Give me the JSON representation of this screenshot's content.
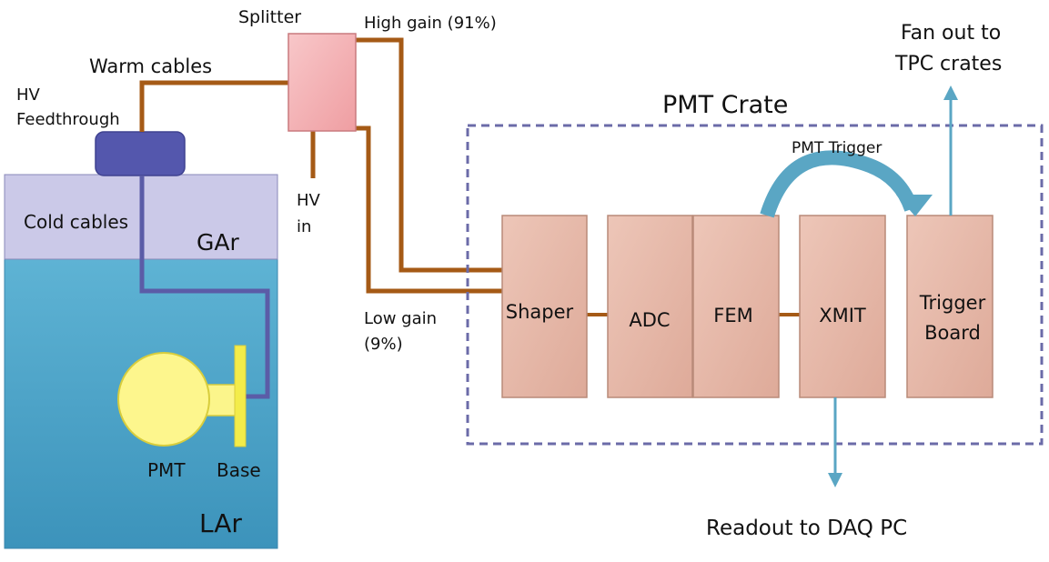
{
  "labels": {
    "splitter": "Splitter",
    "high_gain": "High gain (91%)",
    "warm_cables": "Warm cables",
    "hv_feedthrough_line1": "HV",
    "hv_feedthrough_line2": "Feedthrough",
    "cold_cables": "Cold cables",
    "gar": "GAr",
    "hv_in_line1": "HV",
    "hv_in_line2": "in",
    "low_gain_line1": "Low gain",
    "low_gain_line2": "(9%)",
    "pmt": "PMT",
    "base": "Base",
    "lar": "LAr",
    "pmt_crate": "PMT Crate",
    "pmt_trigger": "PMT Trigger",
    "fan_out_line1": "Fan out to",
    "fan_out_line2": "TPC crates",
    "readout": "Readout to DAQ PC"
  },
  "modules": {
    "shaper": "Shaper",
    "adc": "ADC",
    "fem": "FEM",
    "xmit": "XMIT",
    "trigger_board_line1": "Trigger",
    "trigger_board_line2": "Board"
  },
  "colors": {
    "lar_fill": "#4fa6c9",
    "gar_fill": "#c9c7e6",
    "feedthrough_fill": "#5a5db0",
    "splitter_fill": "#f4b3b6",
    "module_fill": "#e6b9aa",
    "signal_cable": "#a85a12",
    "cold_cable": "#5e5ea8",
    "pmt_fill": "#fdf58a",
    "crate_border": "#6a6aa6",
    "arrow": "#5aa6c4"
  }
}
